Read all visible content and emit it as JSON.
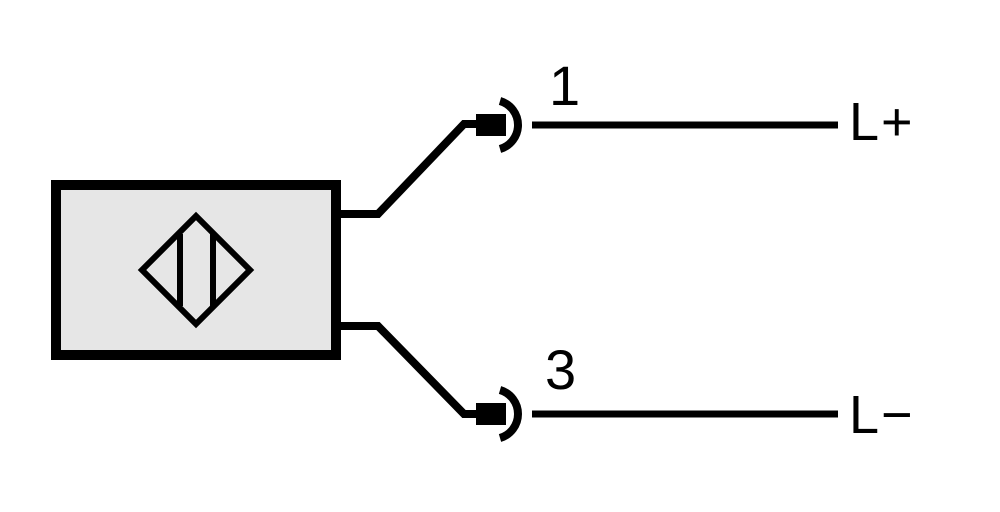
{
  "pins": [
    {
      "number": "1",
      "line": "L+"
    },
    {
      "number": "3",
      "line": "L−"
    }
  ],
  "colors": {
    "stroke": "#000000",
    "sensor_fill": "#e6e6e6",
    "background": "#ffffff"
  },
  "icons": {
    "sensor": "inductive-proximity-sensor-icon",
    "connector": "connector-socket-icon"
  }
}
